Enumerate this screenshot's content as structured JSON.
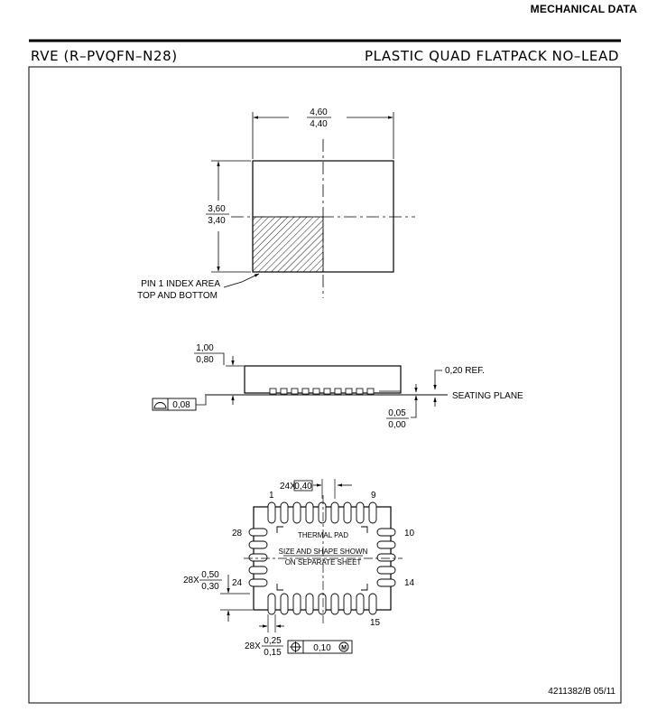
{
  "header": {
    "section_title": "MECHANICAL DATA",
    "package_code": "RVE (R–PVQFN–N28)",
    "package_type": "PLASTIC QUAD FLATPACK NO–LEAD"
  },
  "top_view": {
    "width_max": "4,60",
    "width_min": "4,40",
    "height_max": "3,60",
    "height_min": "3,40",
    "pin1_label_line1": "PIN 1 INDEX AREA",
    "pin1_label_line2": "TOP AND BOTTOM"
  },
  "side_view": {
    "thickness_max": "1,00",
    "thickness_min": "0,80",
    "lead_ref": "0,20 REF.",
    "seating_plane": "SEATING PLANE",
    "standoff_max": "0,05",
    "standoff_min": "0,00",
    "flatness_value": "0,08"
  },
  "bottom_view": {
    "pitch_count": "24X",
    "pitch_value": "0,40",
    "pin_1": "1",
    "pin_9": "9",
    "pin_10": "10",
    "pin_14": "14",
    "pin_15": "15",
    "pin_24": "24",
    "pin_28": "28",
    "thermal_pad": "THERMAL PAD",
    "note_line1": "SIZE AND SHAPE SHOWN",
    "note_line2": "ON SEPARATE SHEET",
    "lead_len_count": "28X",
    "lead_len_max": "0,50",
    "lead_len_min": "0,30",
    "lead_w_count": "28X",
    "lead_w_max": "0,25",
    "lead_w_min": "0,15",
    "position_tol": "0,10"
  },
  "footer": {
    "doc_number": "4211382/B 05/11"
  }
}
